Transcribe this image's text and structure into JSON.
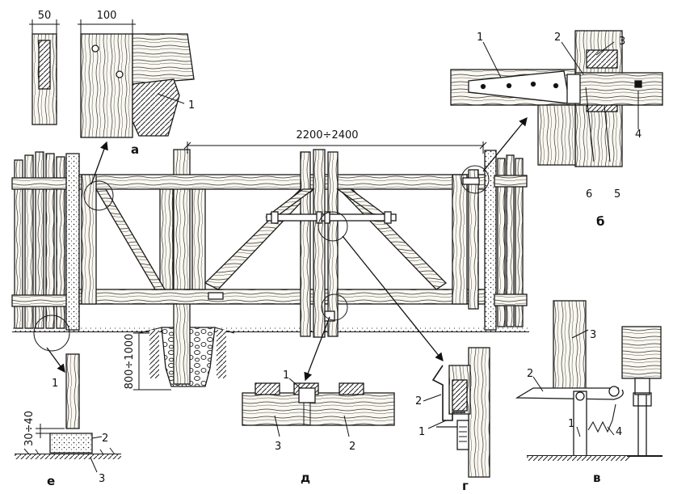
{
  "dimensions": {
    "span": "2200÷2400",
    "post_depth": "800÷1000",
    "board_width_small": "50",
    "board_width_large": "100",
    "gap": "30÷40"
  },
  "details": {
    "a": {
      "letter": "а",
      "callouts": [
        "1"
      ]
    },
    "b": {
      "letter": "б",
      "callouts": [
        "1",
        "2",
        "3",
        "4",
        "6",
        "5"
      ]
    },
    "v": {
      "letter": "в",
      "callouts": [
        "3",
        "2",
        "1",
        "4"
      ]
    },
    "g": {
      "letter": "г",
      "callouts": [
        "2",
        "1"
      ]
    },
    "d": {
      "letter": "д",
      "callouts": [
        "1",
        "3",
        "2"
      ]
    },
    "e": {
      "letter": "е",
      "callouts": [
        "1",
        "2",
        "3"
      ]
    }
  },
  "colors": {
    "ink": "#1a1a1a",
    "paper": "#ffffff",
    "wood": "#f4f0e6"
  }
}
